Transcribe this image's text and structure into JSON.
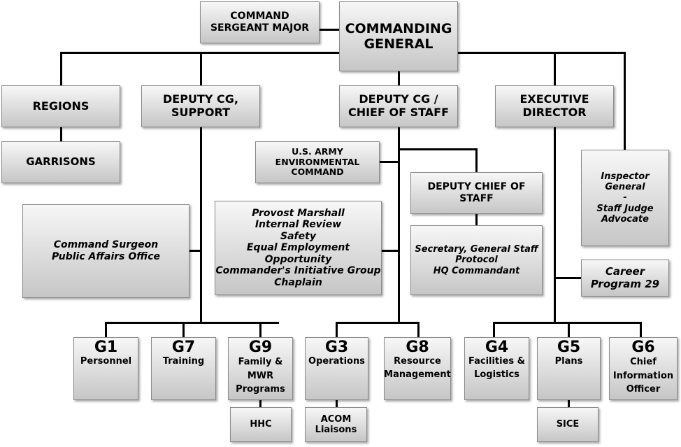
{
  "nodes": {
    "command_sergeant_major": "COMMAND\nSERGEANT MAJOR",
    "commanding_general": "COMMANDING\nGENERAL",
    "regions": "REGIONS",
    "garrisons": "GARRISONS",
    "deputy_cg_support": "DEPUTY CG,\nSUPPORT",
    "deputy_cg_chief_of_staff": "DEPUTY CG /\nCHIEF OF STAFF",
    "executive_director": "EXECUTIVE\nDIRECTOR",
    "us_army_environmental_command": "U.S. ARMY\nENVIRONMENTAL\nCOMMAND",
    "deputy_chief_of_staff": "DEPUTY CHIEF OF\nSTAFF",
    "inspector_general": "Inspector\nGeneral\n-\nStaff Judge\nAdvocate",
    "command_surgeon": "Command Surgeon\nPublic Affairs Office",
    "provost_marshall": "Provost Marshall\nInternal Review\nSafety\nEqual Employment Opportunity\nCommander's Initiative Group\nChaplain",
    "secretary_general_staff": "Secretary, General Staff\nProtocol\nHQ Commandant",
    "career_program_29": "Career\nProgram 29",
    "hhc": "HHC",
    "acom_liaisons": "ACOM\nLiaisons",
    "sice": "SICE"
  },
  "staff": [
    {
      "code": "G1",
      "title": "Personnel"
    },
    {
      "code": "G7",
      "title": "Training"
    },
    {
      "code": "G9",
      "title": "Family &\nMWR\nPrograms"
    },
    {
      "code": "G3",
      "title": "Operations"
    },
    {
      "code": "G8",
      "title": "Resource\nManagement"
    },
    {
      "code": "G4",
      "title": "Facilities &\nLogistics"
    },
    {
      "code": "G5",
      "title": "Plans"
    },
    {
      "code": "G6",
      "title": "Chief\nInformation\nOfficer"
    }
  ],
  "colors": {
    "box_top": "#f7f7f7",
    "box_bottom": "#c6c6c6",
    "line": "#000000",
    "border": "#8a8a8a"
  }
}
